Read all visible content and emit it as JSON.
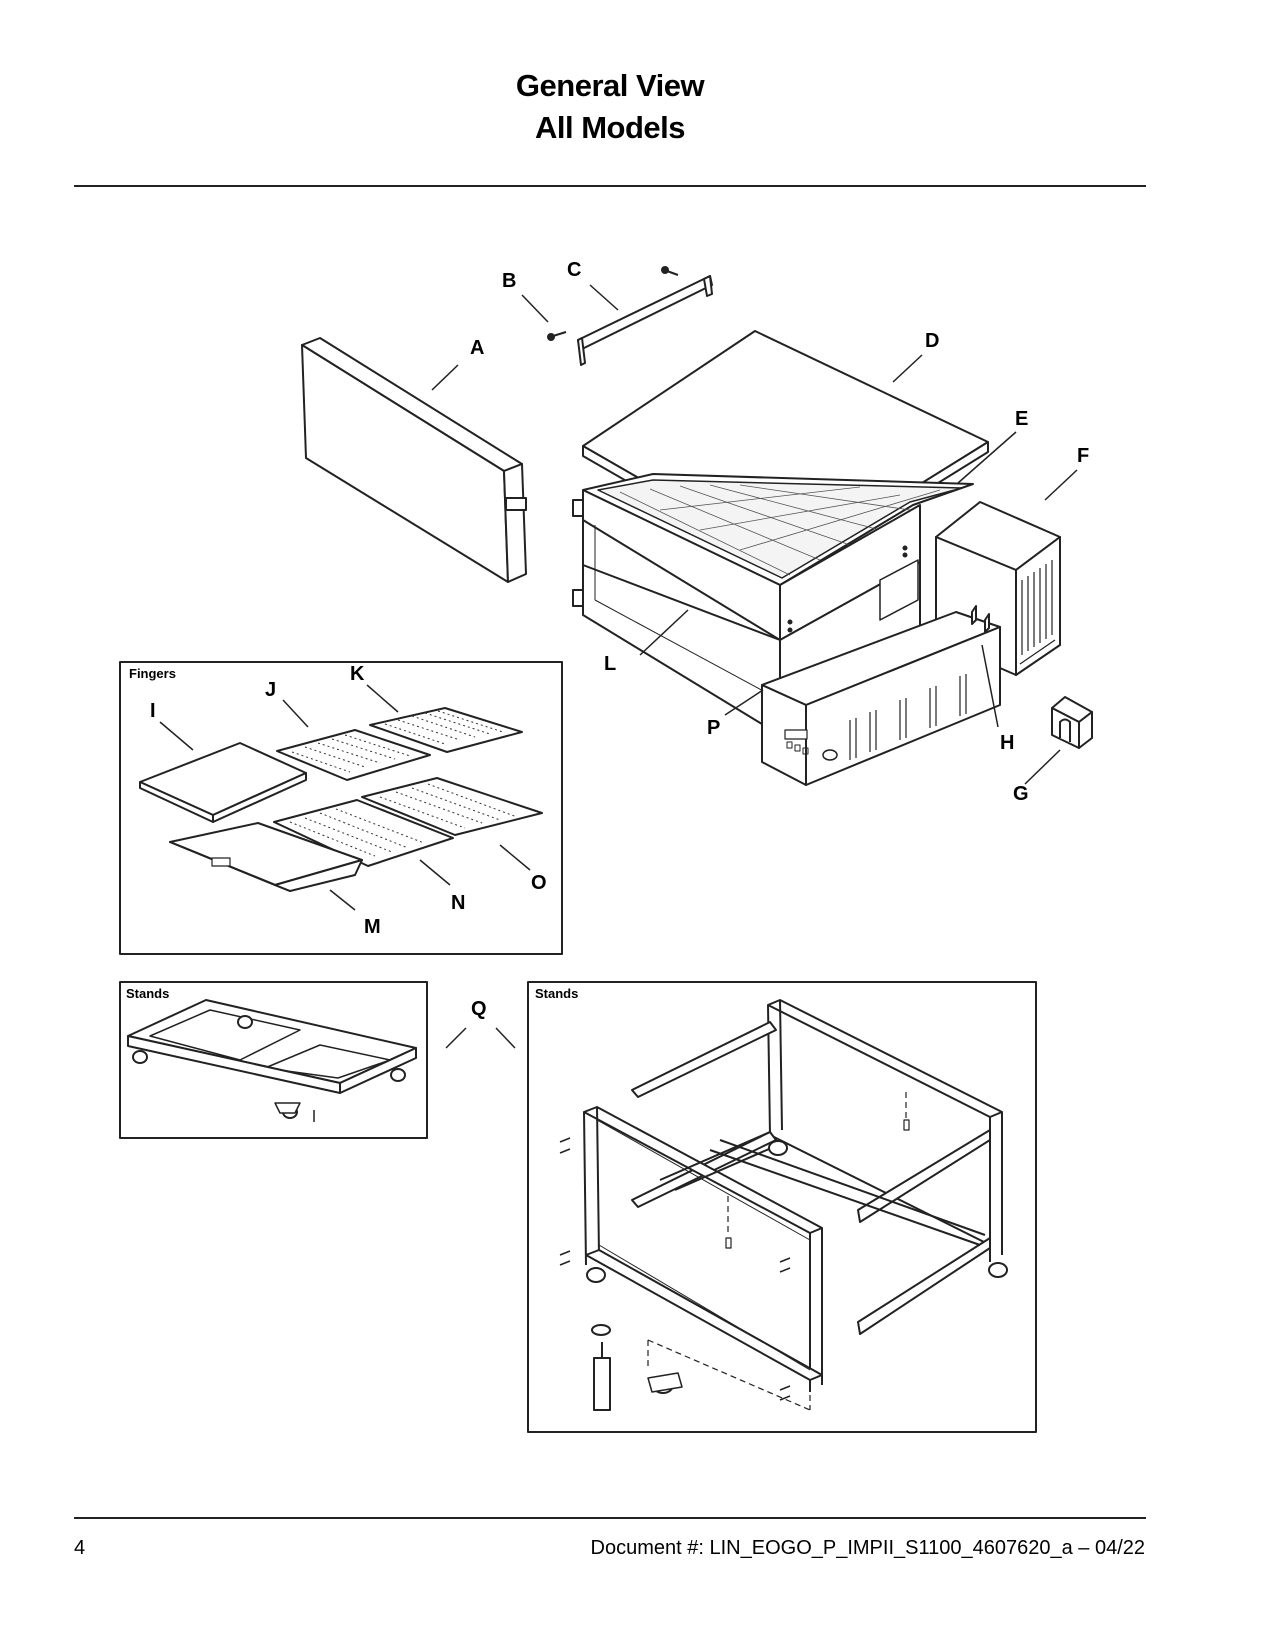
{
  "header": {
    "title_line1": "General View",
    "title_line2": "All Models"
  },
  "panels": {
    "fingers_label": "Fingers",
    "stands_small_label": "Stands",
    "stands_large_label": "Stands"
  },
  "callouts": {
    "A": "A",
    "B": "B",
    "C": "C",
    "D": "D",
    "E": "E",
    "F": "F",
    "G": "G",
    "H": "H",
    "I": "I",
    "J": "J",
    "K": "K",
    "L": "L",
    "M": "M",
    "N": "N",
    "O": "O",
    "P": "P",
    "Q": "Q"
  },
  "footer": {
    "page_number": "4",
    "document": "Document #:  LIN_EOGO_P_IMPII_S1100_4607620_a – 04/22"
  }
}
